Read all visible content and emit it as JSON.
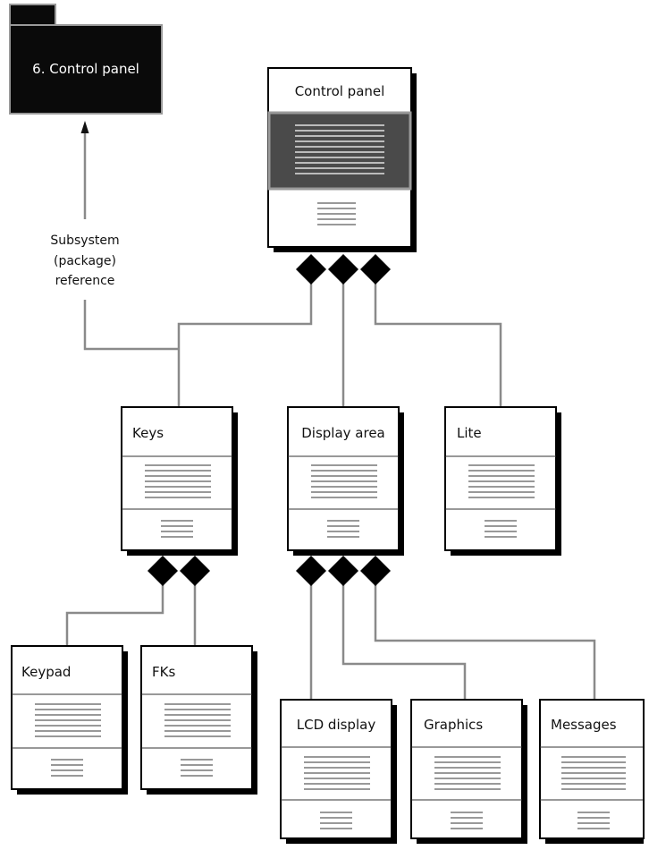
{
  "package": {
    "label": "6. Control panel"
  },
  "reference_note": {
    "lines": [
      "Subsystem",
      "(package)",
      "reference"
    ]
  },
  "classes": {
    "control_panel": {
      "title": "Control panel"
    },
    "keys": {
      "title": "Keys"
    },
    "display_area": {
      "title": "Display area"
    },
    "lite": {
      "title": "Lite"
    },
    "keypad": {
      "title": "Keypad"
    },
    "fks": {
      "title": "FKs"
    },
    "lcd_display": {
      "title": "LCD display"
    },
    "graphics": {
      "title": "Graphics"
    },
    "messages": {
      "title": "Messages"
    }
  },
  "colors": {
    "package_fill": "#0a0a0a",
    "package_border": "#9a9a9a",
    "connector": "#8a8a8a",
    "highlight_section": "#4a4a4a",
    "shadow": "#000000"
  }
}
